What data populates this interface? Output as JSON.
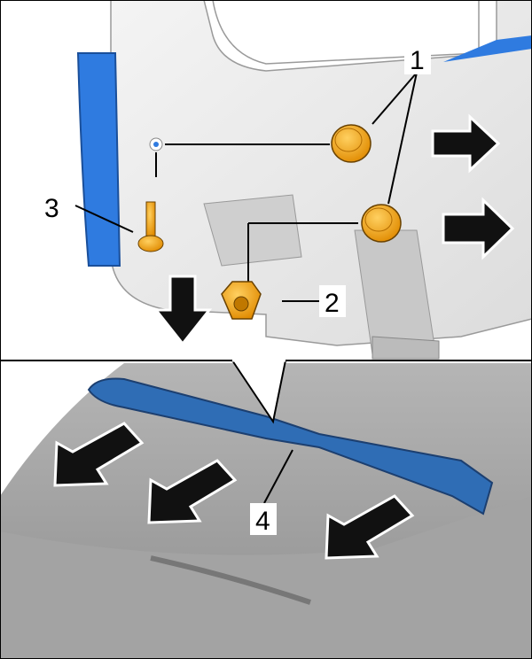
{
  "figure": {
    "labels": {
      "item1": "1",
      "item2": "2",
      "item3": "3",
      "item4": "4"
    },
    "colors": {
      "spoiler_blue": "#2f6db5",
      "fastener_orange": "#f5a300",
      "arrow_black": "#111111",
      "body_grey": "#a9a9a9"
    }
  }
}
